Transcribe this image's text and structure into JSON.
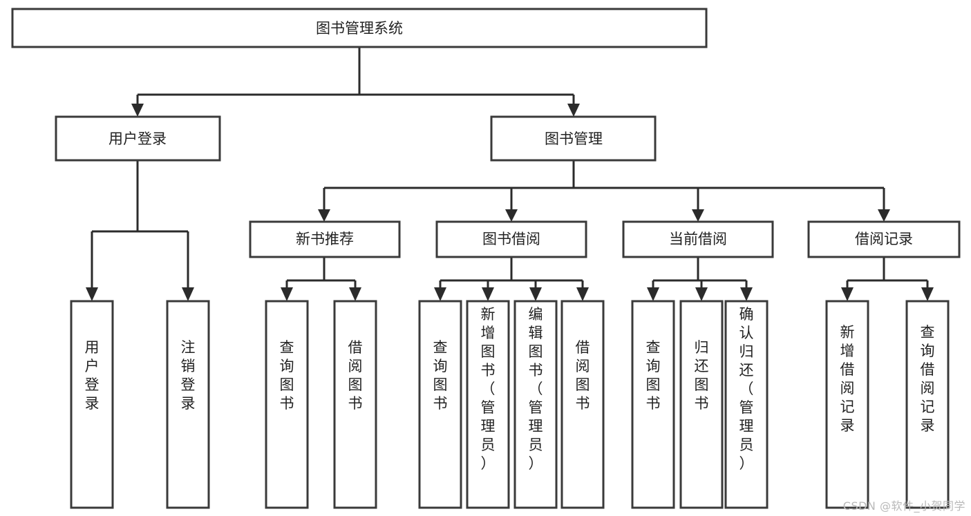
{
  "diagram": {
    "title": "图书管理系统",
    "type": "tree-hierarchy",
    "watermark": "CSDN @软件_小贺同学",
    "colors": {
      "background": "#ffffff",
      "box_fill": "#ffffff",
      "box_stroke": "#3a3a3a",
      "connector": "#2b2b2b",
      "text": "#222222",
      "watermark": "#b9b9b9"
    },
    "levels": {
      "root": {
        "label": "图书管理系统"
      },
      "level2": [
        {
          "label": "用户登录"
        },
        {
          "label": "图书管理"
        }
      ],
      "level3": [
        {
          "label": "新书推荐"
        },
        {
          "label": "图书借阅"
        },
        {
          "label": "当前借阅"
        },
        {
          "label": "借阅记录"
        }
      ]
    },
    "leaves": {
      "user_login": [
        {
          "label": "用户登录"
        },
        {
          "label": "注销登录"
        }
      ],
      "new_book_recommend": [
        {
          "label": "查询图书"
        },
        {
          "label": "借阅图书"
        }
      ],
      "book_borrow": [
        {
          "label": "查询图书"
        },
        {
          "label": "新增图书（管理员）"
        },
        {
          "label": "编辑图书（管理员）"
        },
        {
          "label": "借阅图书"
        }
      ],
      "current_borrow": [
        {
          "label": "查询图书"
        },
        {
          "label": "归还图书"
        },
        {
          "label": "确认归还（管理员）"
        }
      ],
      "borrow_record": [
        {
          "label": "新增借阅记录"
        },
        {
          "label": "查询借阅记录"
        }
      ]
    }
  }
}
